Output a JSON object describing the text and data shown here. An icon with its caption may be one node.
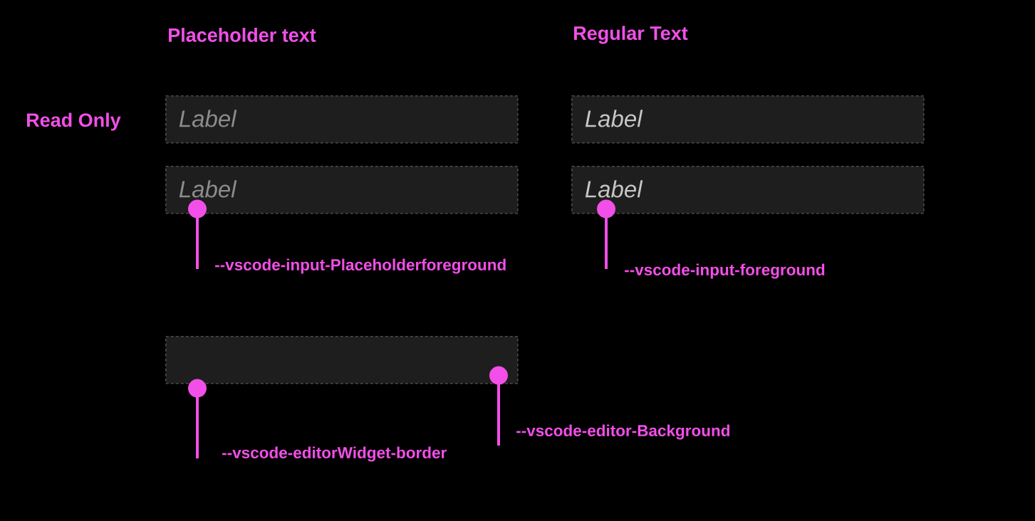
{
  "diagram": {
    "nodes": [
      {
        "text": [
          "Label"
        ]
      },
      {
        "text": [
          "Label"
        ]
      },
      {
        "text": [
          "Label"
        ]
      },
      {
        "text": [
          "Label"
        ]
      },
      {
        "text": [
          "--vscode-input-Placeholderforeground"
        ]
      },
      {
        "text": [
          "--vscode-input-foreground"
        ]
      },
      {
        "text": [],
        "shape": "box"
      },
      {
        "text": [
          "--vscode-editorWidget-border"
        ]
      },
      {
        "text": [
          "--vscode-editor-Background"
        ]
      }
    ],
    "edges": [
      {
        "from": 4,
        "to": 2,
        "arrow": "other"
      },
      {
        "from": 5,
        "to": 3,
        "arrow": "other"
      },
      {
        "from": 7,
        "to": 6,
        "arrow": "other"
      },
      {
        "from": 8,
        "to": 6,
        "arrow": "other"
      }
    ],
    "labels": [
      "Placeholder text",
      "Regular Text",
      "Read Only"
    ]
  }
}
